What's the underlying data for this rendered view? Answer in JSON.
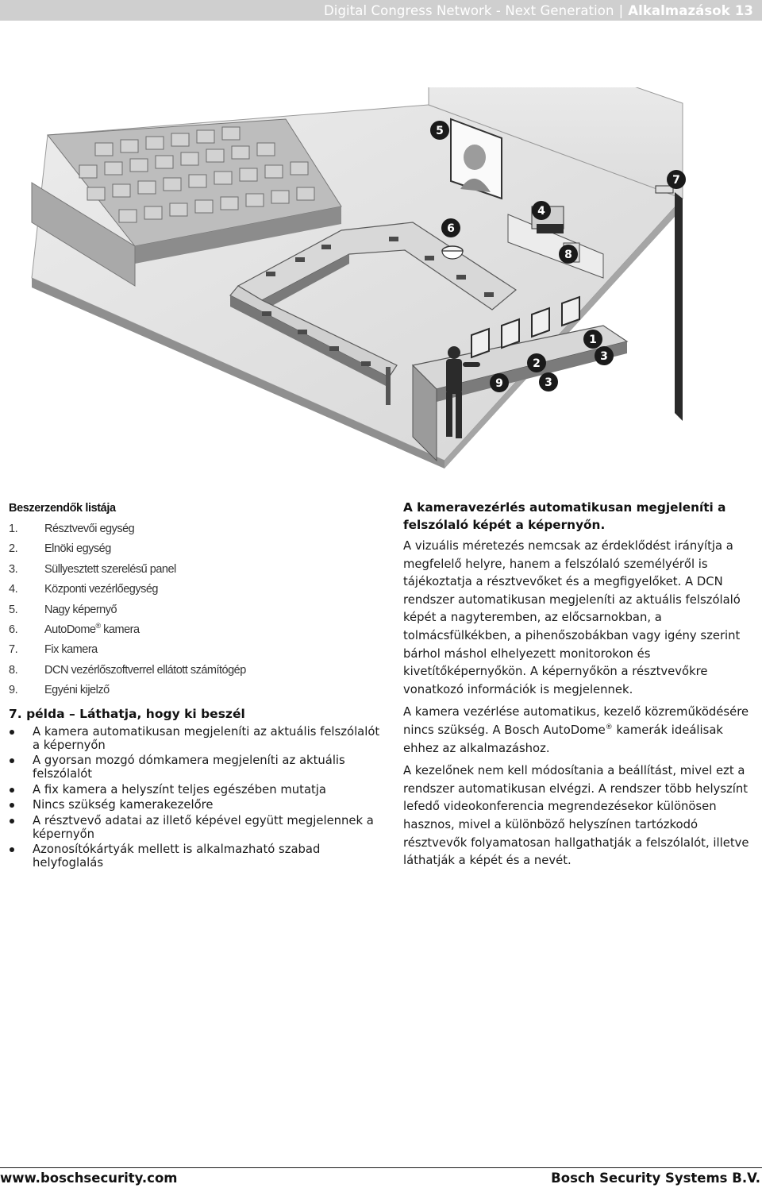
{
  "header": {
    "doc_title": "Digital Congress Network - Next Generation",
    "section": "Alkalmazások",
    "page_number": "13"
  },
  "illustration": {
    "callouts": [
      "5",
      "7",
      "4",
      "6",
      "8",
      "1",
      "3",
      "2",
      "9",
      "3"
    ]
  },
  "parts": {
    "title": "Beszerzendők listája",
    "items": [
      {
        "num": "1.",
        "label": "Résztvevői egység"
      },
      {
        "num": "2.",
        "label": "Elnöki egység"
      },
      {
        "num": "3.",
        "label": "Süllyesztett szerelésű panel"
      },
      {
        "num": "4.",
        "label": "Központi vezérlőegység"
      },
      {
        "num": "5.",
        "label": "Nagy képernyő"
      },
      {
        "num": "6.",
        "label": "AutoDome",
        "sup": "®",
        "rest": " kamera"
      },
      {
        "num": "7.",
        "label": "Fix kamera"
      },
      {
        "num": "8.",
        "label": "DCN vezérlőszoftverrel ellátott számítógép"
      },
      {
        "num": "9.",
        "label": "Egyéni kijelző"
      }
    ]
  },
  "example": {
    "title": "7. példa – Láthatja, hogy ki beszél",
    "bullets": [
      "A kamera automatikusan megjeleníti az aktuális felszólalót a képernyőn",
      "A gyorsan mozgó dómkamera megjeleníti az aktuális felszólalót",
      "A fix kamera a helyszínt teljes egészében mutatja",
      "Nincs szükség kamerakezelőre",
      "A résztvevő adatai az illető képével együtt megjelennek a képernyőn",
      "Azonosítókártyák mellett is alkalmazható szabad helyfoglalás"
    ]
  },
  "right": {
    "title": "A kameravezérlés automatikusan megjeleníti a felszólaló képét a képernyőn.",
    "p1": "A vizuális méretezés nemcsak az érdeklődést irányítja a megfelelő helyre, hanem a felszólaló személyéről is tájékoztatja a résztvevőket és a megfigyelőket. A DCN rendszer automatikusan megjeleníti az aktuális felszólaló képét a nagyteremben, az előcsarnokban, a tolmácsfülkékben, a pihenőszobákban vagy igény szerint bárhol máshol elhelyezett monitorokon és kivetítőképernyőkön. A képernyőkön a résztvevőkre vonatkozó információk is megjelennek.",
    "p2_a": "A kamera vezérlése automatikus, kezelő közreműködésére nincs szükség. A Bosch AutoDome",
    "p2_sup": "®",
    "p2_b": " kamerák ideálisak ehhez az alkalmazáshoz.",
    "p3": "A kezelőnek nem kell módosítania a beállítást, mivel ezt a rendszer automatikusan elvégzi. A rendszer több helyszínt lefedő videokonferencia megrendezésekor különösen hasznos, mivel a különböző helyszínen tartózkodó résztvevők folyamatosan hallgathatják a felszólalót, illetve láthatják a képét és a nevét."
  },
  "footer": {
    "website": "www.boschsecurity.com",
    "company": "Bosch Security Systems B.V."
  }
}
